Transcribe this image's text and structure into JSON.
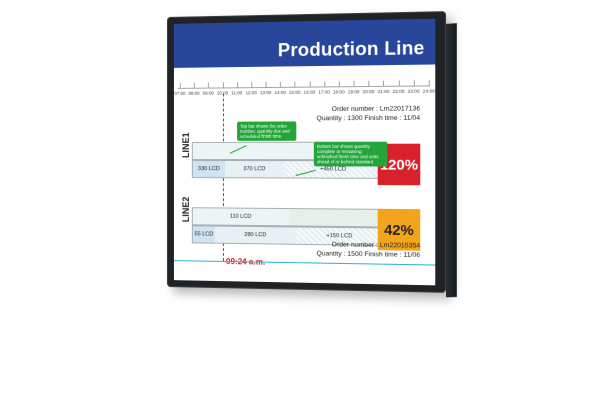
{
  "screen": {
    "title": "Production Line",
    "timeline_ticks": [
      "07:00",
      "08:00",
      "09:00",
      "10:00",
      "11:00",
      "12:00",
      "13:00",
      "14:00",
      "15:00",
      "16:00",
      "17:00",
      "18:00",
      "19:00",
      "20:00",
      "21:00",
      "22:00",
      "23:00",
      "24:00"
    ],
    "current_time": "09:24 a.m."
  },
  "line1": {
    "label": "LINE1",
    "order_number": "Order number : Lm22017136",
    "quantity_finish": "Quantity : 1300 Finish time : 11/04",
    "segments": [
      {
        "label": "330 LCD",
        "fill": "#cfe3f3"
      },
      {
        "label": "370 LCD",
        "fill": "#e9f0f4"
      },
      {
        "label": "+450 LCD",
        "fill": "#f2f6f8"
      }
    ],
    "percent": "120%",
    "percent_color": "#d8212b",
    "callout_top": "Top bar shows the order number, quantity due and scheduled finish time.",
    "callout_bottom": "Bottom bar shows quantity complete or remaining; unfinished finish time and units ahead of or behind standard."
  },
  "line2": {
    "label": "LINE2",
    "order_number": "Order number : Lm22015354",
    "quantity_finish": "Quantity : 1500 Finish time : 11/06",
    "segments": [
      {
        "label": "110 LCD",
        "fill": "#e7efe9"
      },
      {
        "label": "55 LCD",
        "fill": "#cfe3f3"
      },
      {
        "label": "280 LCD",
        "fill": "#e9f0f4"
      },
      {
        "label": "+150 LCD",
        "fill": "#f2f6f8"
      }
    ],
    "percent": "42%",
    "percent_color": "#f3a41d"
  }
}
